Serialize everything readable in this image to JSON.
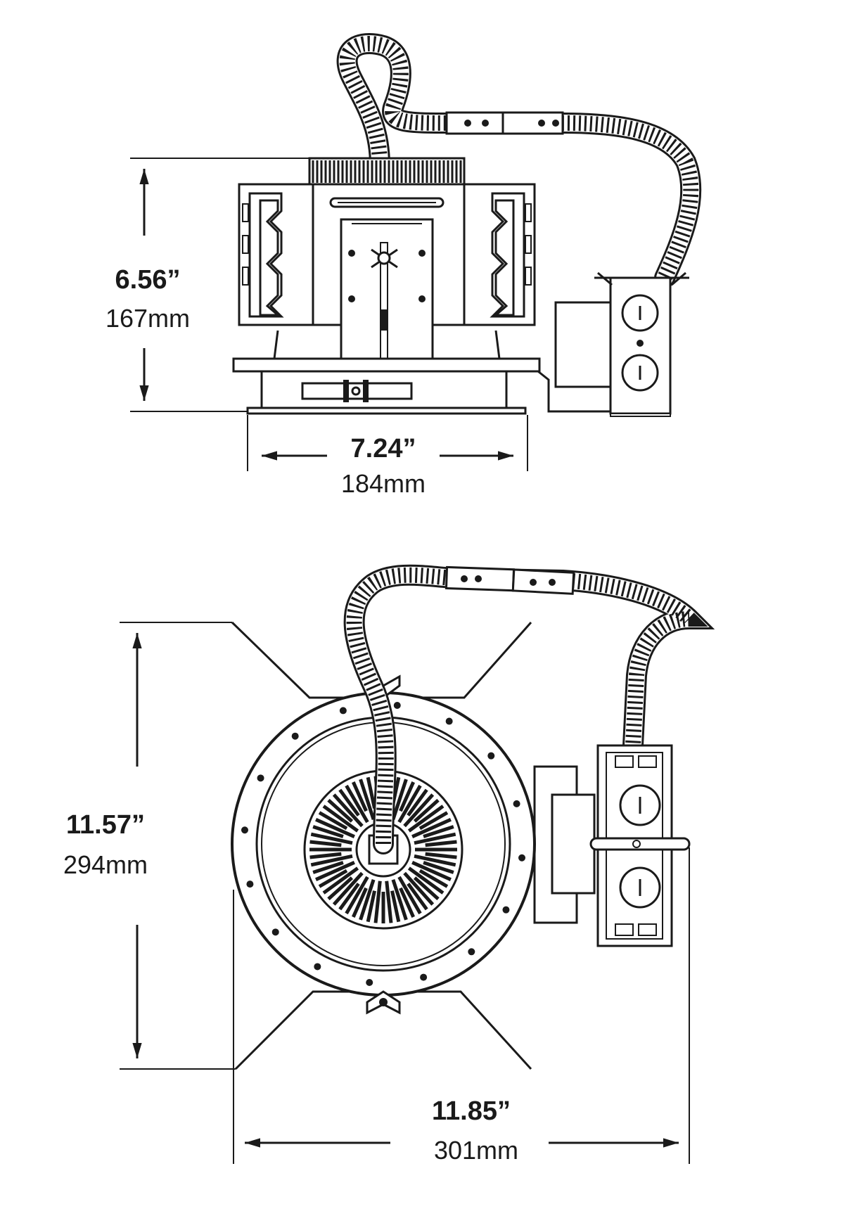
{
  "side_view": {
    "height": {
      "imperial": "6.56”",
      "metric": "167mm"
    },
    "width": {
      "imperial": "7.24”",
      "metric": "184mm"
    }
  },
  "top_view": {
    "height": {
      "imperial": "11.57”",
      "metric": "294mm"
    },
    "width": {
      "imperial": "11.85”",
      "metric": "301mm"
    }
  },
  "colors": {
    "line": "#1a1a1a",
    "background": "#ffffff",
    "shade": "#d9d9d9"
  }
}
